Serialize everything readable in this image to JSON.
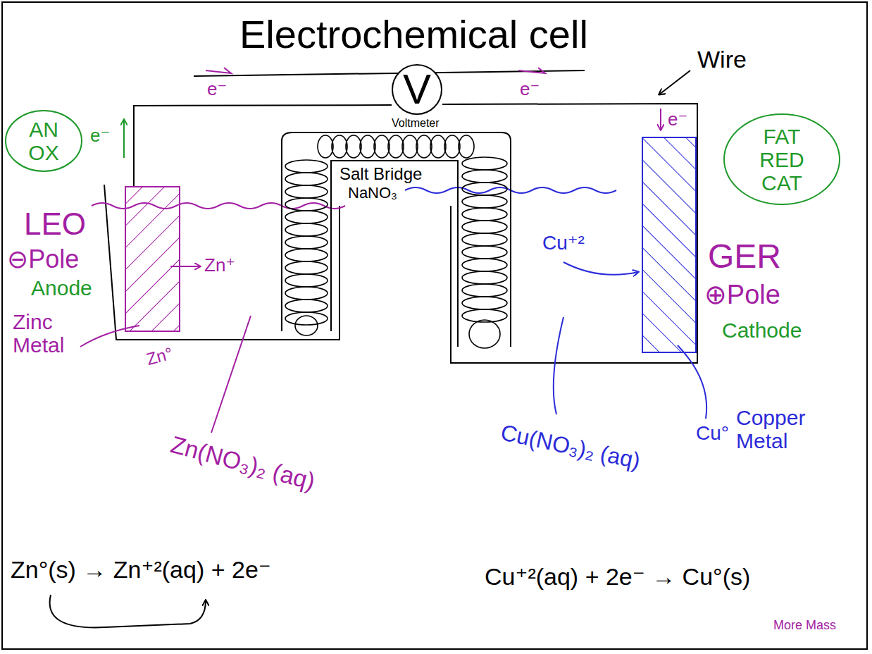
{
  "diagram": {
    "title": "Electrochemical cell",
    "nodes": [
      {
        "text": [
          "V"
        ]
      },
      {
        "text": [
          "AN OX"
        ]
      },
      {
        "text": [
          "FAT RED CAT"
        ]
      }
    ],
    "labels": [
      "Wire",
      "e⁻",
      "e⁻",
      "e⁻",
      "e⁻",
      "Voltmeter",
      "Salt Bridge",
      "NaNO₃",
      "LEO",
      "⊖Pole",
      "Anode",
      "Zn⁺",
      "Zinc Metal",
      "Zn°",
      "Zn(NO₃)₂ (aq)",
      "Cu⁺²",
      "Cu(NO₃)₂ (aq)",
      "Cu°",
      "Copper Metal",
      "GER",
      "⊕Pole",
      "Cathode",
      "Zn°(s) → Zn⁺²(aq) + 2e⁻",
      "Cu⁺²(aq) + 2e⁻ → Cu°(s)",
      "More Mass"
    ]
  }
}
